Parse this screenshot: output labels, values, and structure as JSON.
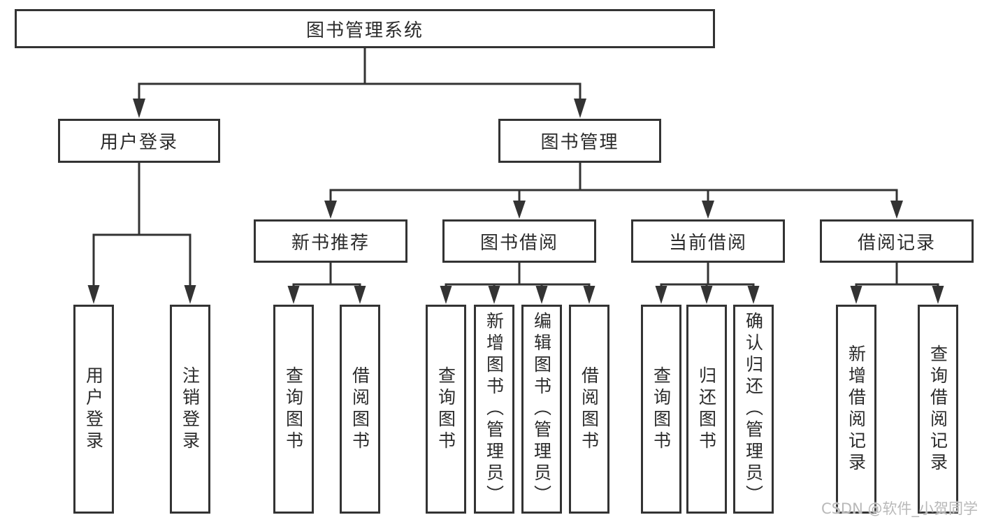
{
  "appearance": {
    "line_color": "#333333",
    "box_border_color": "#333333",
    "text_color": "#2b2b2b",
    "background_color": "#ffffff",
    "watermark_color": "#b9b9b9"
  },
  "diagram": {
    "root": "图书管理系统",
    "level2": {
      "user_login": "用户登录",
      "book_management": "图书管理"
    },
    "user_login_children": [
      "用户登录",
      "注销登录"
    ],
    "sections": [
      {
        "title": "新书推荐",
        "items": [
          "查询图书",
          "借阅图书"
        ]
      },
      {
        "title": "图书借阅",
        "items": [
          "查询图书",
          "新增图书（管理员）",
          "编辑图书（管理员）",
          "借阅图书"
        ]
      },
      {
        "title": "当前借阅",
        "items": [
          "查询图书",
          "归还图书",
          "确认归还（管理员）"
        ]
      },
      {
        "title": "借阅记录",
        "items": [
          "新增借阅记录",
          "查询借阅记录"
        ]
      }
    ]
  },
  "watermark": "CSDN @软件_小贺同学"
}
